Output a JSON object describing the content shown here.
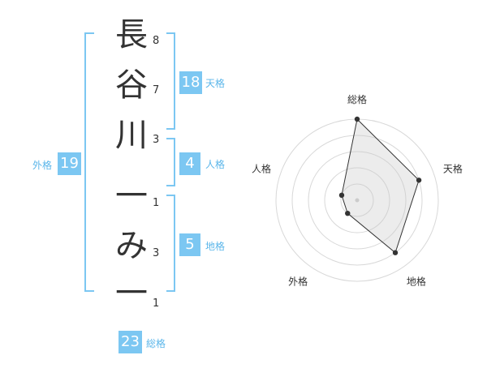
{
  "name_chars": [
    {
      "char": "長",
      "strokes": "8"
    },
    {
      "char": "谷",
      "strokes": "7"
    },
    {
      "char": "川",
      "strokes": "3"
    },
    {
      "char": "一",
      "strokes": "1"
    },
    {
      "char": "み",
      "strokes": "3"
    },
    {
      "char": "一",
      "strokes": "1"
    }
  ],
  "fortunes": {
    "tenkaku": {
      "value": "18",
      "label": "天格"
    },
    "jinkaku": {
      "value": "4",
      "label": "人格"
    },
    "chikaku": {
      "value": "5",
      "label": "地格"
    },
    "gaikaku": {
      "value": "19",
      "label": "外格"
    },
    "soukaku": {
      "value": "23",
      "label": "総格"
    }
  },
  "colors": {
    "accent": "#7cc7f2",
    "text": "#333333"
  },
  "chart_data": {
    "type": "radar",
    "axes": [
      "総格",
      "天格",
      "地格",
      "外格",
      "人格"
    ],
    "values": [
      5,
      4,
      4,
      1,
      1
    ],
    "range": [
      0,
      5
    ],
    "grid_rings": 5
  }
}
